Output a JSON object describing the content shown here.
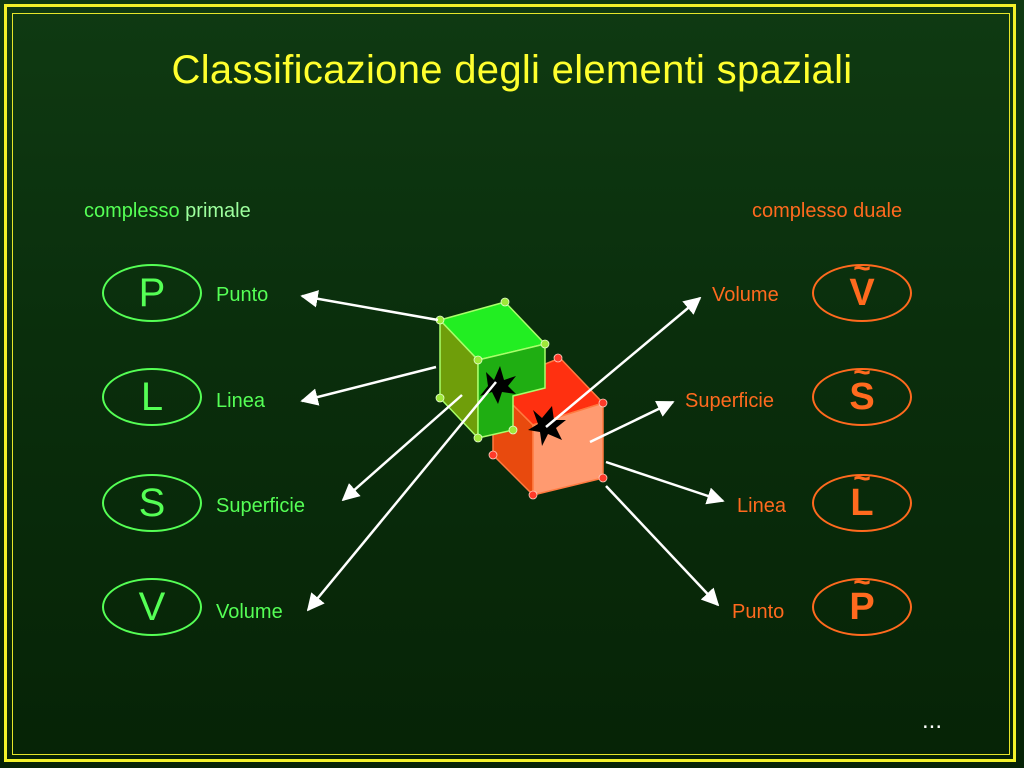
{
  "title": "Classificazione degli elementi spaziali",
  "primal": {
    "heading_a": "complesso",
    "heading_b": "primale",
    "items": [
      {
        "symbol": "P",
        "label": "Punto"
      },
      {
        "symbol": "L",
        "label": "Linea"
      },
      {
        "symbol": "S",
        "label": "Superficie"
      },
      {
        "symbol": "V",
        "label": "Volume"
      }
    ]
  },
  "dual": {
    "heading": "complesso duale",
    "tilde": "~",
    "items": [
      {
        "symbol": "V",
        "label": "Volume"
      },
      {
        "symbol": "S",
        "label": "Superficie"
      },
      {
        "symbol": "L",
        "label": "Linea"
      },
      {
        "symbol": "P",
        "label": "Punto"
      }
    ]
  },
  "footer": "...",
  "colors": {
    "title": "#ffff2e",
    "primal": "#55ff55",
    "dual": "#ff6a1e",
    "frame": "#f2f22a"
  }
}
